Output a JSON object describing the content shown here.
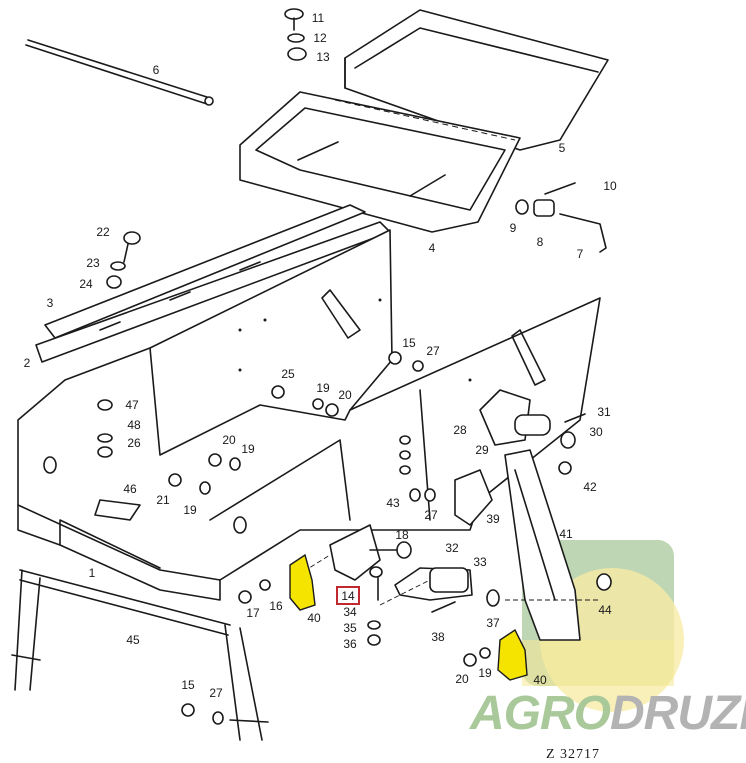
{
  "diagram": {
    "drawing_ref": "Z 32717",
    "highlighted_part": "14",
    "highlight_color": "#c0282d",
    "part_highlight_color": "#f5e400",
    "labels": [
      "11",
      "12",
      "13",
      "6",
      "5",
      "10",
      "9",
      "8",
      "7",
      "4",
      "22",
      "23",
      "24",
      "3",
      "2",
      "15",
      "27",
      "25",
      "19",
      "20",
      "47",
      "48",
      "26",
      "31",
      "30",
      "28",
      "29",
      "20",
      "19",
      "21",
      "19",
      "46",
      "43",
      "27",
      "39",
      "42",
      "41",
      "18",
      "32",
      "33",
      "1",
      "17",
      "16",
      "40",
      "14",
      "34",
      "35",
      "36",
      "38",
      "37",
      "44",
      "45",
      "15",
      "27",
      "20",
      "19",
      "40"
    ]
  },
  "watermark": {
    "part1": "AGRO",
    "part2": "DRUZI",
    "color1": "#a9c99a",
    "color2": "#b3b3b3"
  }
}
